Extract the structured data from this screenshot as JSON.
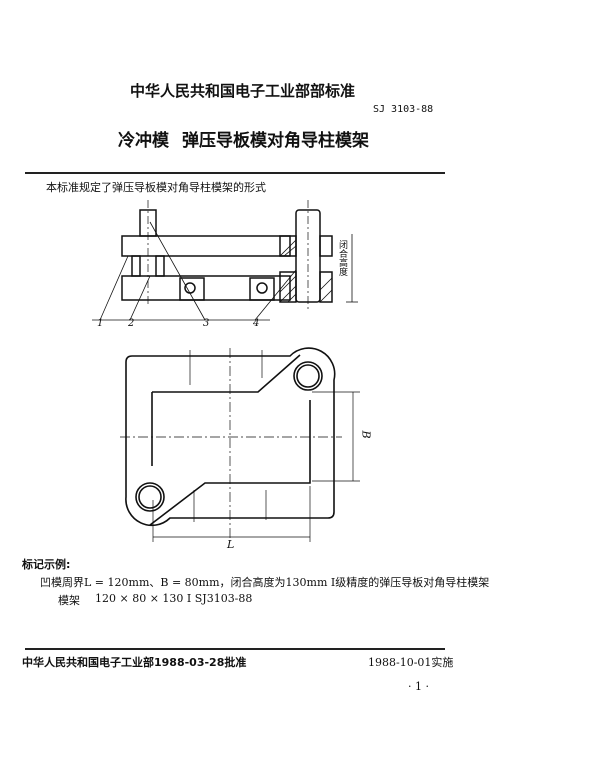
{
  "header": {
    "issuer": "中华人民共和国电子工业部部标准",
    "standard_no": "SJ 3103-88",
    "title_prefix": "冷冲模",
    "title": "弹压导板模对角导柱模架"
  },
  "intro": "本标准规定了弹压导板模对角导柱模架的形式",
  "figure": {
    "callouts": [
      "1",
      "2",
      "3",
      "4"
    ],
    "side_label": "闭合高度",
    "dim_b": "B",
    "dim_l": "L"
  },
  "example": {
    "heading": "标记示例:",
    "description": "凹模周界L = 120mm、B = 80mm，闭合高度为130mm Ⅰ级精度的弹压导板对角导柱模架",
    "designation_name": "模架",
    "designation_value": "120 × 80 × 130  Ⅰ  SJ3103-88"
  },
  "footer": {
    "approved": "中华人民共和国电子工业部1988-03-28批准",
    "effective": "1988-10-01实施",
    "page_number": "· 1 ·"
  }
}
